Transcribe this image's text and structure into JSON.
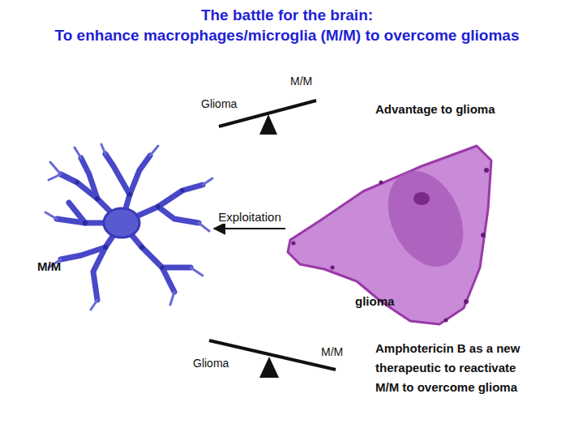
{
  "diagram": {
    "title": "The battle for the brain:",
    "nodes": [
      {
        "text": [
          "M/M"
        ]
      },
      {
        "text": [
          "glioma"
        ]
      }
    ],
    "edges": [
      {
        "from": 1,
        "to": 0,
        "arrow": "to",
        "label": "Exploitation"
      }
    ],
    "labels": [
      "To enhance macrophages/microglia (M/M) to overcome gliomas",
      "Glioma",
      "M/M",
      "Advantage to glioma",
      "Glioma",
      "M/M",
      "Amphotericin B as a new therapeutic to reactivate M/M to overcome glioma"
    ]
  }
}
